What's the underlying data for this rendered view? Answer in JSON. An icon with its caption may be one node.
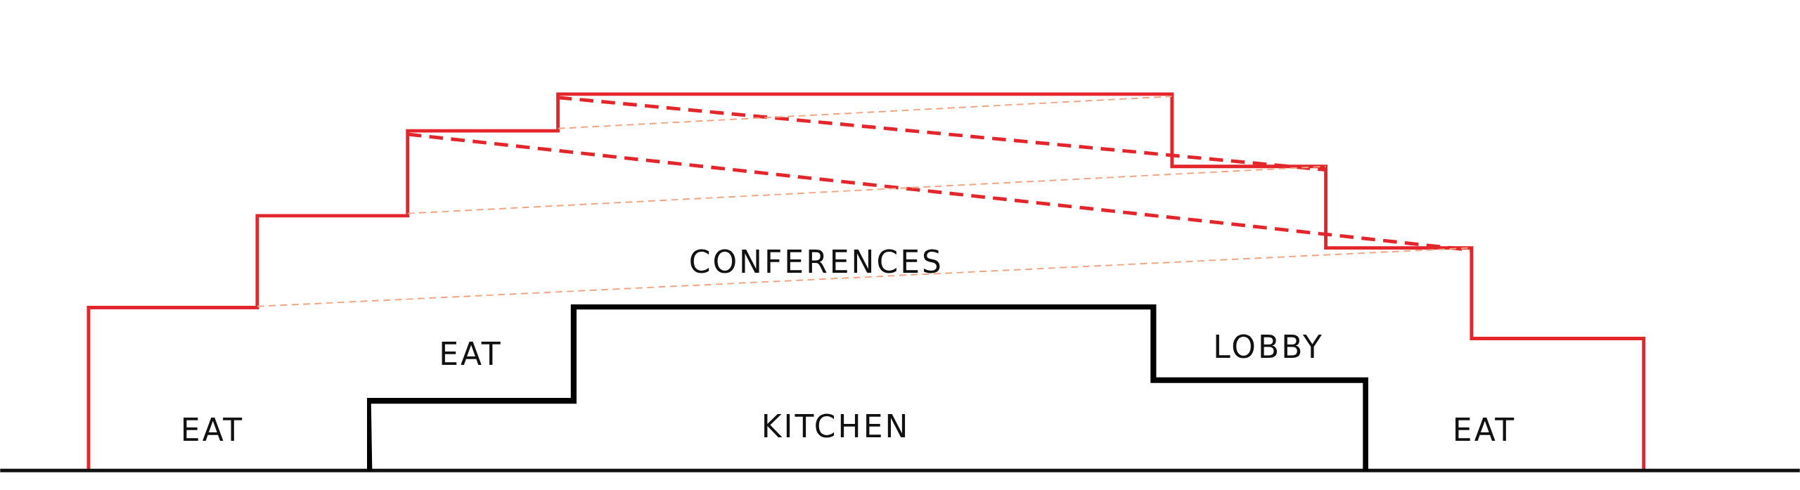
{
  "diagram": {
    "nodes": [
      {
        "text": [
          "KITCHEN"
        ]
      }
    ],
    "labels": [
      "CONFERENCES",
      "EAT",
      "LOBBY",
      "EAT",
      "EAT"
    ]
  }
}
